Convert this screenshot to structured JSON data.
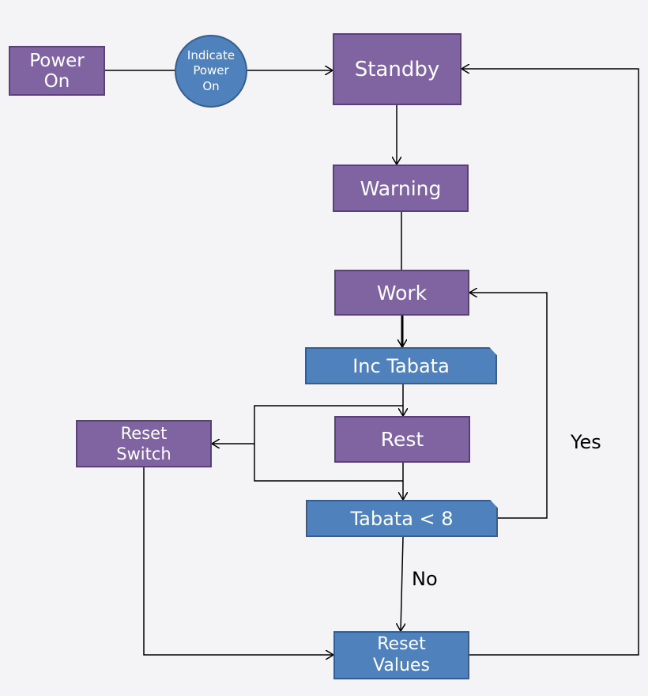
{
  "nodes": {
    "power_on": "Power\nOn",
    "indicate_power_on": "Indicate\nPower\nOn",
    "standby": "Standby",
    "warning": "Warning",
    "work": "Work",
    "inc_tabata": "Inc Tabata",
    "rest": "Rest",
    "reset_switch": "Reset\nSwitch",
    "tabata_check": "Tabata < 8",
    "reset_values": "Reset\nValues"
  },
  "edge_labels": {
    "yes": "Yes",
    "no": "No"
  },
  "colors": {
    "state_fill": "#8064a2",
    "state_border": "#5a4079",
    "process_fill": "#4f81bd",
    "process_border": "#385d8a",
    "connector": "#000000",
    "background": "#f4f4f6"
  }
}
